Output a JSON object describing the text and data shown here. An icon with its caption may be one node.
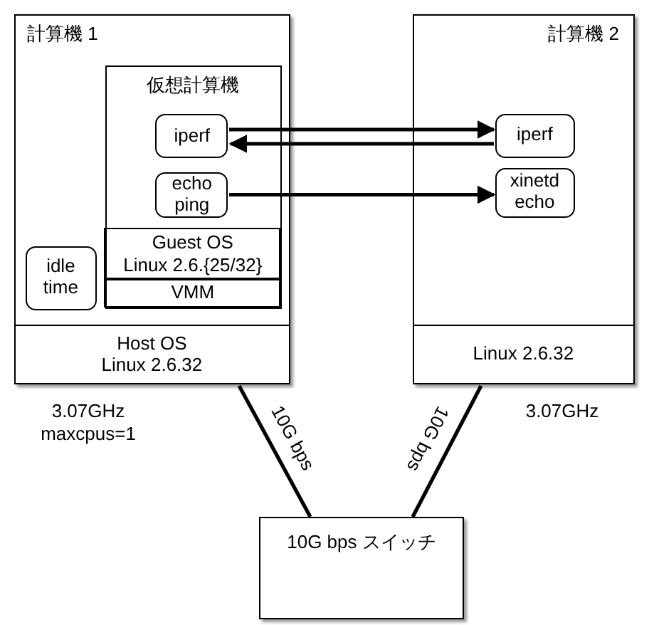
{
  "diagram": {
    "nodes": [
      {
        "text": [
          "計算機 1"
        ]
      },
      {
        "text": [
          "仮想計算機"
        ],
        "in": 0
      },
      {
        "text": [
          "iperf"
        ],
        "in": 1
      },
      {
        "text": [
          "echo ping"
        ],
        "in": 1
      },
      {
        "text": [
          "Guest OS",
          "Linux 2.6.{25/32}"
        ],
        "in": 1
      },
      {
        "text": [
          "VMM"
        ],
        "in": 1
      },
      {
        "text": [
          "idle time"
        ],
        "in": 0
      },
      {
        "text": [
          "Host OS",
          "Linux 2.6.32"
        ],
        "in": 0
      },
      {
        "text": [
          "計算機 2"
        ]
      },
      {
        "text": [
          "iperf"
        ],
        "in": 8
      },
      {
        "text": [
          "xinetd echo"
        ],
        "in": 8
      },
      {
        "text": [
          "Linux 2.6.32"
        ],
        "in": 8
      },
      {
        "text": [
          "10G bps スイッチ"
        ]
      }
    ],
    "edges": [
      {
        "from": 2,
        "to": 9,
        "arrow": "to"
      },
      {
        "from": 9,
        "to": 2,
        "arrow": "to"
      },
      {
        "from": 3,
        "to": 10,
        "arrow": "to"
      },
      {
        "from": 7,
        "to": 12,
        "arrow": "none",
        "label": "10G bps"
      },
      {
        "from": 11,
        "to": 12,
        "arrow": "none",
        "label": "10G bps"
      }
    ],
    "labels": [
      "3.07GHz",
      "maxcpus=1",
      "3.07GHz"
    ]
  }
}
